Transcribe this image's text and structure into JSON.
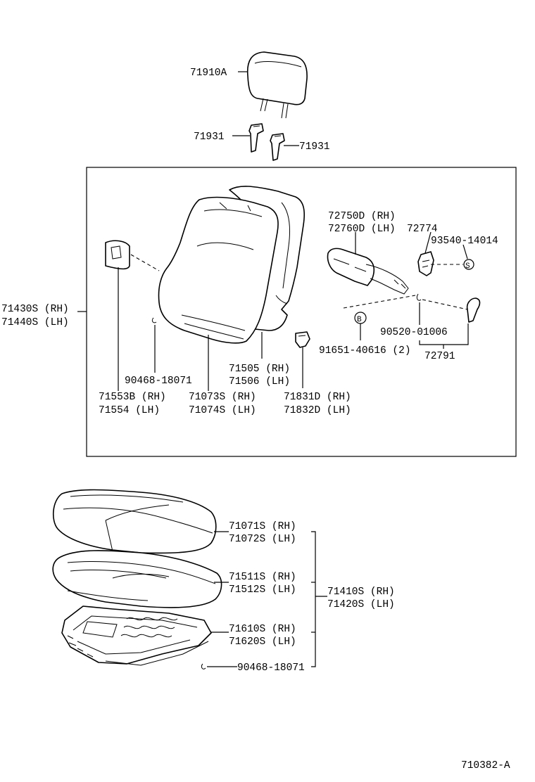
{
  "diagram_id": "710382-A",
  "labels": {
    "headrest": "71910A",
    "support_l": "71931",
    "support_r": "71931",
    "bracket_rh": "72750D (RH)",
    "bracket_lh": "72760D (LH)",
    "p72774": "72774",
    "p93540": "93540-14014",
    "seatback_rh": "71430S (RH)",
    "seatback_lh": "71440S (LH)",
    "p90520": "90520-01006",
    "p91651": "91651-40616 (2)",
    "p72791": "72791",
    "pad_back_rh": "71505 (RH)",
    "pad_back_lh": "71506 (LH)",
    "hog_ring_back": "90468-18071",
    "knob_rh": "71553B (RH)",
    "knob_lh": "71554  (LH)",
    "cover_back_rh": "71073S (RH)",
    "cover_back_lh": "71074S (LH)",
    "guide_rh": "71831D (RH)",
    "guide_lh": "71832D (LH)",
    "cover_cush_rh": "71071S (RH)",
    "cover_cush_lh": "71072S (LH)",
    "pad_cush_rh": "71511S (RH)",
    "pad_cush_lh": "71512S (LH)",
    "cushion_rh": "71410S (RH)",
    "cushion_lh": "71420S (LH)",
    "frame_rh": "71610S (RH)",
    "frame_lh": "71620S (LH)",
    "hog_ring_cush": "90468-18071",
    "mark_s": "S",
    "mark_b": "B"
  }
}
